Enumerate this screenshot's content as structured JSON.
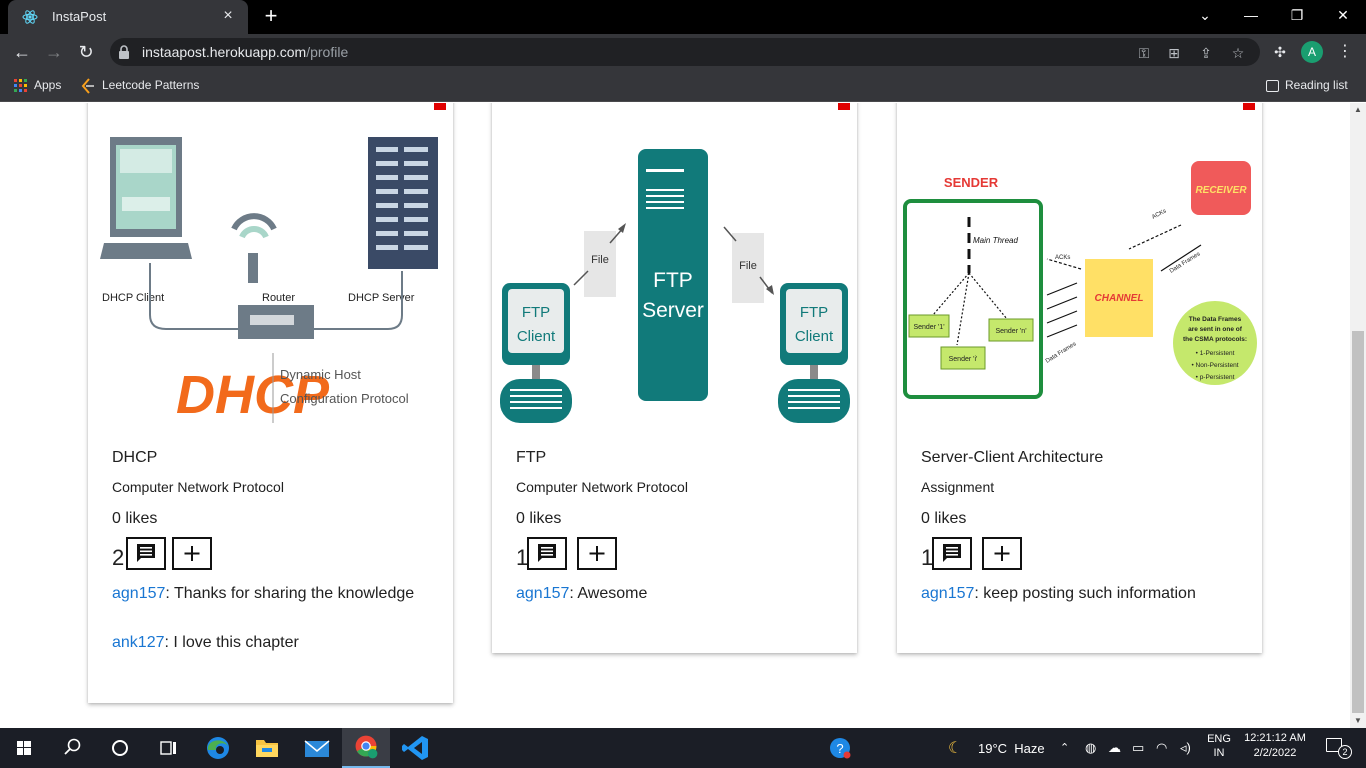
{
  "browser": {
    "tab_title": "InstaPost",
    "tab_close": "×",
    "new_tab": "+",
    "url_host": "instaapost.herokuapp.com",
    "url_path": "/profile",
    "bookmarks": [
      {
        "label": "Apps"
      },
      {
        "label": "Leetcode Patterns"
      }
    ],
    "reading_list": "Reading list",
    "avatar_letter": "A"
  },
  "posts": [
    {
      "title": "DHCP",
      "category": "Computer Network Protocol",
      "likes": "0 likes",
      "comment_count": "2",
      "image_text": {
        "client": "DHCP Client",
        "router": "Router",
        "server": "DHCP Server",
        "logo": "DHCP",
        "desc1": "Dynamic Host",
        "desc2": "Configuration Protocol"
      },
      "comments": [
        {
          "user": "agn157",
          "text": ": Thanks for sharing the knowledge"
        },
        {
          "user": "ank127",
          "text": ": I love this chapter"
        }
      ]
    },
    {
      "title": "FTP",
      "category": "Computer Network Protocol",
      "likes": "0 likes",
      "comment_count": "1",
      "image_text": {
        "client_left": [
          "FTP",
          "Client"
        ],
        "client_right": [
          "FTP",
          "Client"
        ],
        "server": [
          "FTP",
          "Server"
        ],
        "file_left": "File",
        "file_right": "File"
      },
      "comments": [
        {
          "user": "agn157",
          "text": ": Awesome"
        }
      ]
    },
    {
      "title": "Server-Client Architecture",
      "category": "Assignment",
      "likes": "0 likes",
      "comment_count": "1",
      "image_text": {
        "sender": "SENDER",
        "receiver": "RECEIVER",
        "channel": "CHANNEL",
        "main_thread": "Main Thread",
        "sender_1": "Sender '1'",
        "sender_i": "Sender 'i'",
        "sender_n": "Sender 'n'",
        "acks_top": "ACKs",
        "acks_mid": "ACKs",
        "data_frames_right": "Data Frames",
        "data_frames_left": "Data Frames",
        "note": [
          "The Data Frames",
          "are sent in one of",
          "the CSMA protocols:",
          "• 1-Persistent",
          "• Non-Persistent",
          "• p-Persistent"
        ]
      },
      "comments": [
        {
          "user": "agn157",
          "text": ": keep posting such information"
        }
      ]
    }
  ],
  "taskbar": {
    "weather": "19°C  Haze",
    "lang1": "ENG",
    "lang2": "IN",
    "time": "12:21:12 AM",
    "date": "2/2/2022",
    "notif_count": "2"
  },
  "colors": {
    "link": "#1976d2",
    "teal": "#117a7a",
    "delete": "#e00000"
  }
}
